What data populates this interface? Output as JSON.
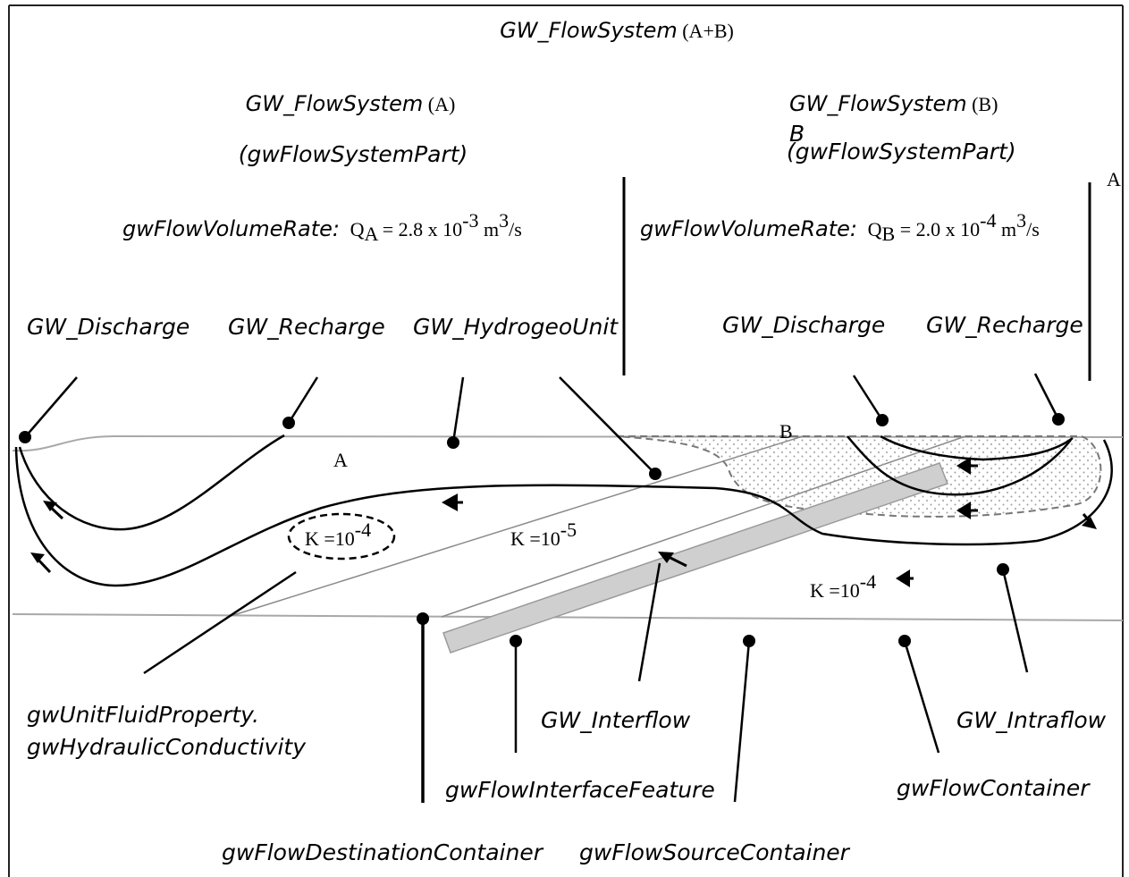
{
  "top_title": {
    "name": "GW_FlowSystem",
    "suffix": " (A+B)"
  },
  "system_a": {
    "title_name": "GW_FlowSystem",
    "title_suffix": " (A)",
    "part": "(gwFlowSystemPart)",
    "rate_label": "gwFlowVolumeRate:",
    "rate_q": "Q",
    "rate_sub": "A",
    "rate_mid": " = 2.8 x 10",
    "rate_exp": "-3",
    "rate_unit": " m",
    "rate_unit_exp": "3",
    "rate_tail": "/s",
    "discharge": "GW_Discharge",
    "recharge": "GW_Recharge",
    "hydrogeo_unit": "GW_HydrogeoUnit",
    "zone_letter": "A"
  },
  "system_b": {
    "title_name": "GW_FlowSystem",
    "title_suffix": "  (B)",
    "stray_letter": "B",
    "part": "(gwFlowSystemPart)",
    "rate_label": "gwFlowVolumeRate:",
    "rate_q": "Q",
    "rate_sub": "B",
    "rate_mid": " = 2.0 x 10",
    "rate_exp": "-4",
    "rate_unit": " m",
    "rate_unit_exp": "3",
    "rate_tail": "/s",
    "discharge": "GW_Discharge",
    "recharge": "GW_Recharge",
    "zone_letter": "B",
    "edge_letter": "A"
  },
  "k_values": [
    {
      "prefix": "K =10",
      "exp": "-4"
    },
    {
      "prefix": "K =10",
      "exp": "-5"
    },
    {
      "prefix": "K =10",
      "exp": "-4"
    }
  ],
  "bottom_labels": {
    "fluid_property_1": "gwUnitFluidProperty.",
    "fluid_property_2": "gwHydraulicConductivity",
    "interflow": "GW_Interflow",
    "intraflow": "GW_Intraflow",
    "interface_feature": "gwFlowInterfaceFeature",
    "flow_container": "gwFlowContainer",
    "destination_container": "gwFlowDestinationContainer",
    "source_container": "gwFlowSourceContainer"
  },
  "colors": {
    "ink": "#000000",
    "surface_line": "#a8a8a8",
    "interface_fill": "#cfcfcf",
    "stipple": "#9a9a9a",
    "border": "#222222"
  }
}
